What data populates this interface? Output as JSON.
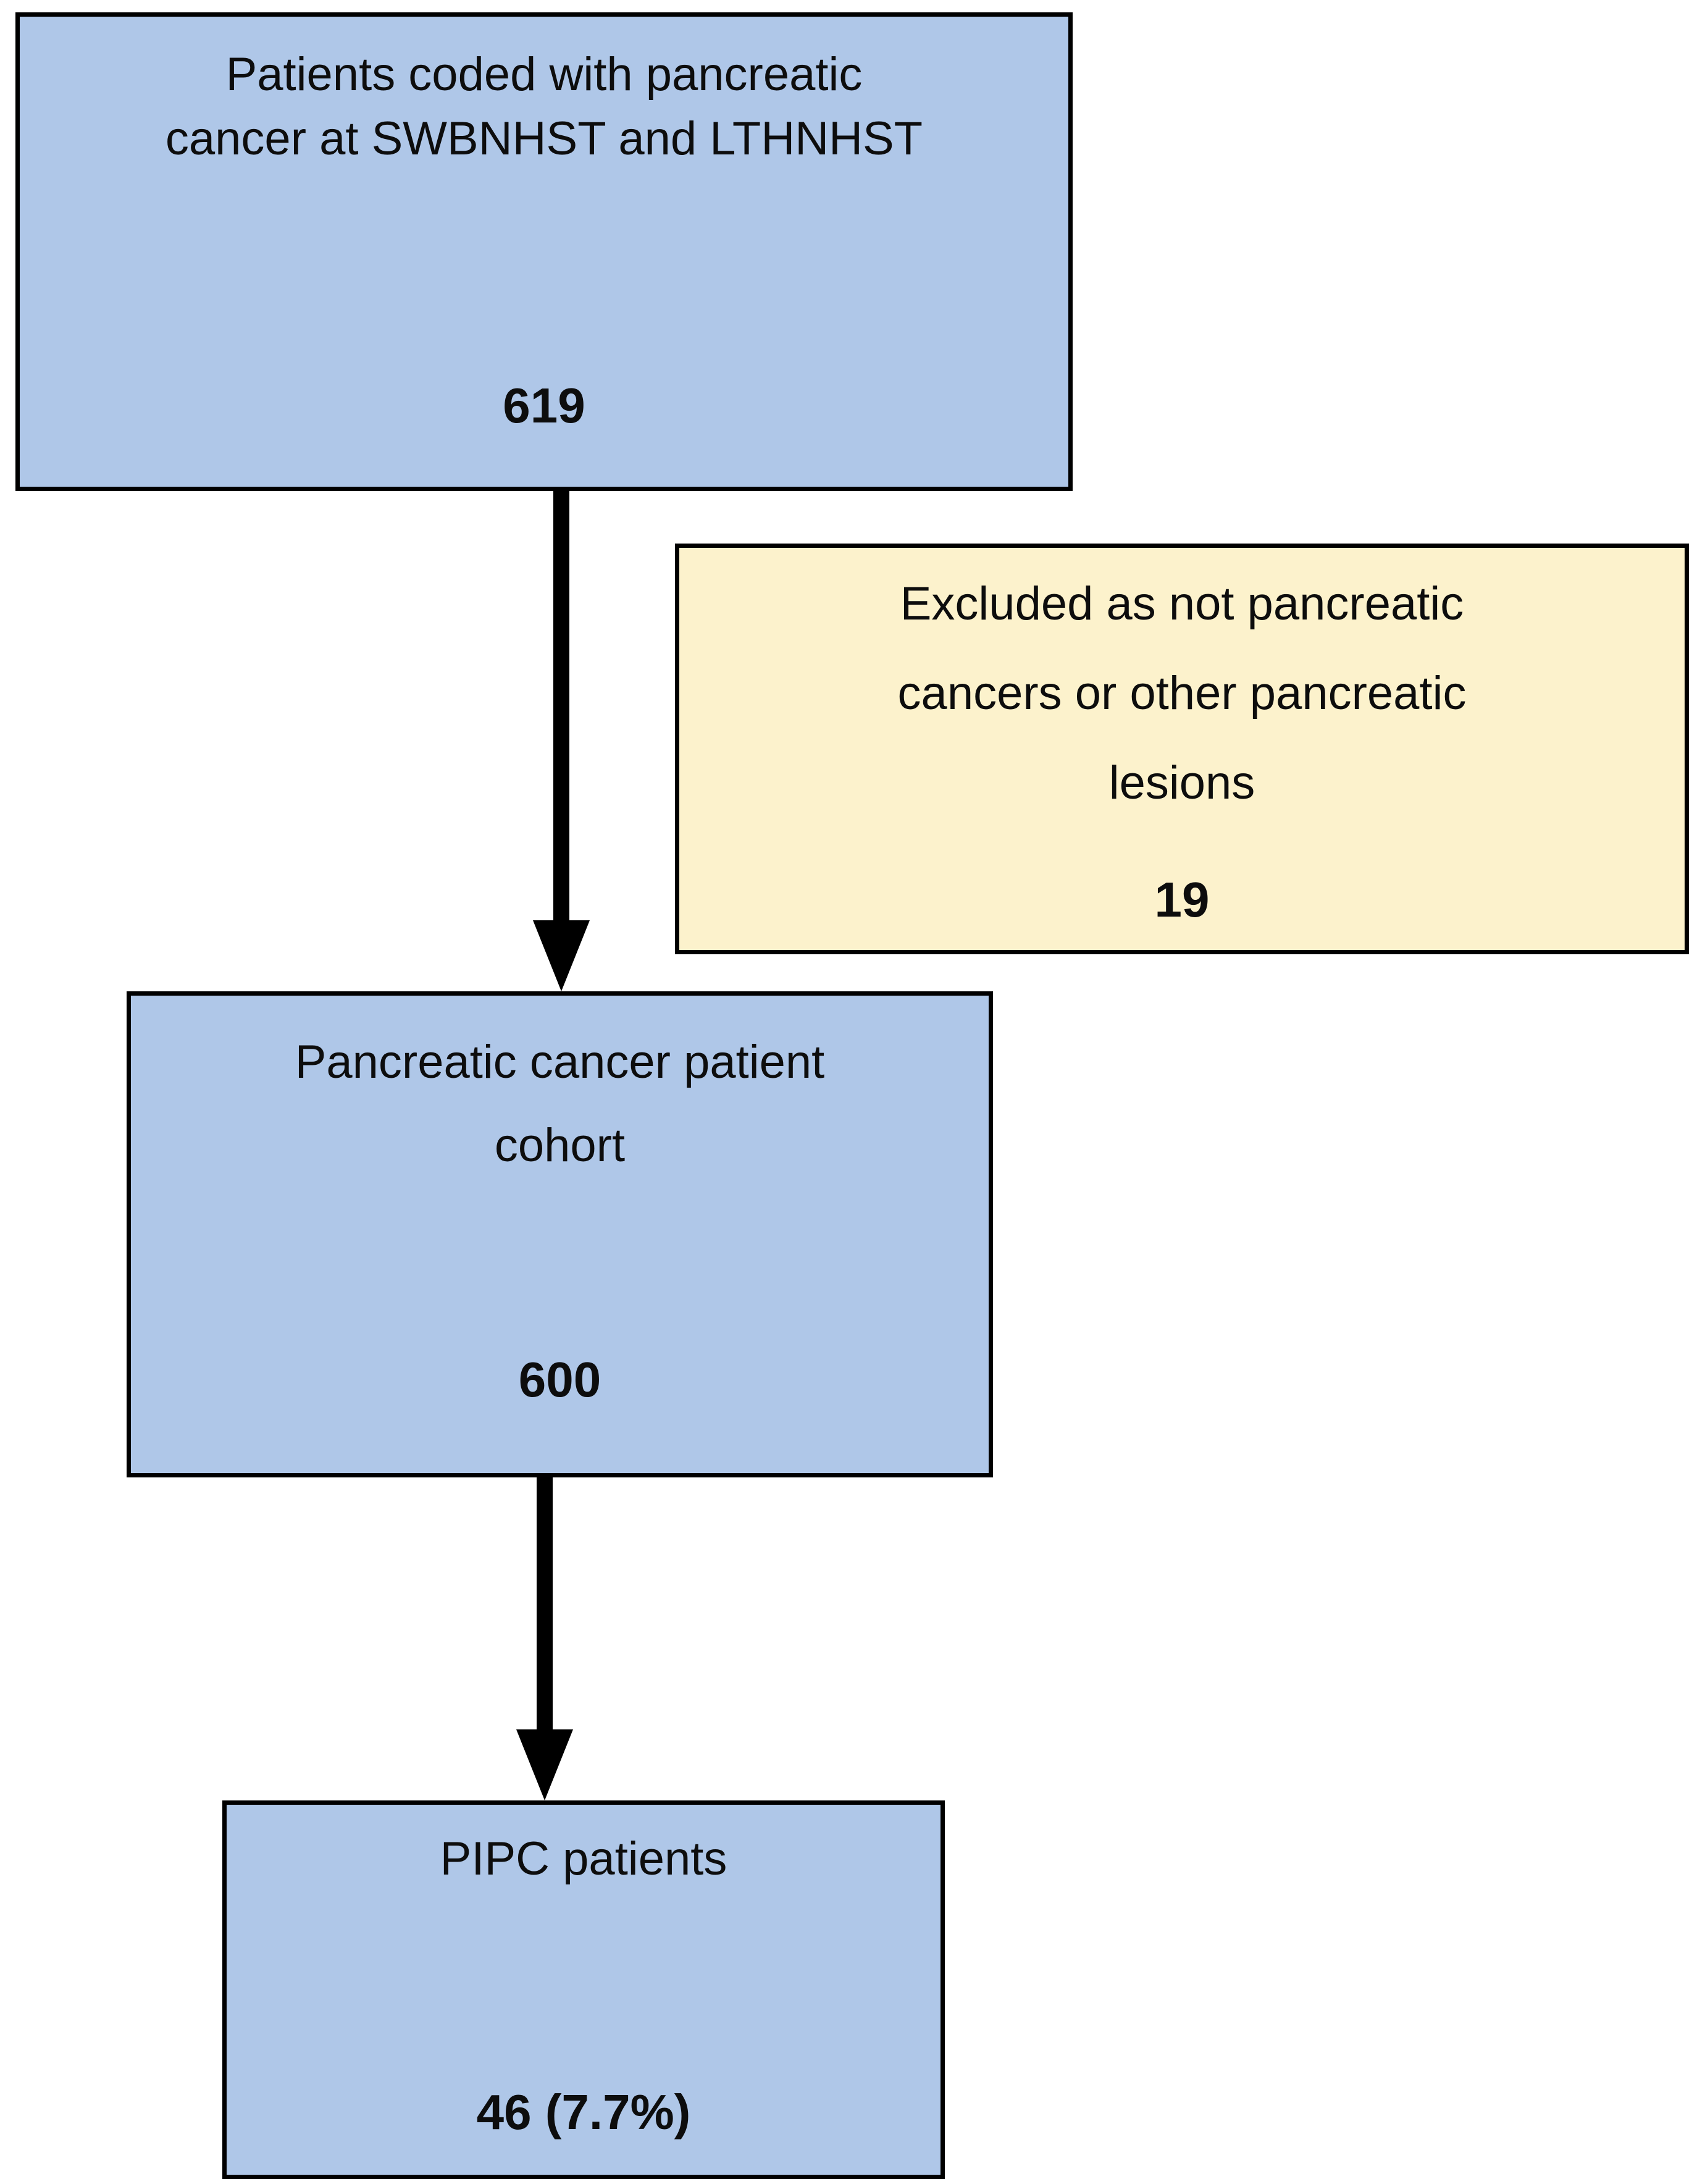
{
  "diagram": {
    "type": "flowchart",
    "colors": {
      "process_fill": "#AFC7E8",
      "exclusion_fill": "#FCF2CC",
      "border": "#000000",
      "arrow": "#000000",
      "background": "#FFFFFF",
      "text": "#0D0D0D"
    },
    "nodes": [
      {
        "id": "source",
        "role": "process",
        "fill": "#AFC7E8",
        "label_lines": [
          "Patients coded with pancreatic",
          "cancer at SWBNHST and LTHNHST"
        ],
        "value": "619"
      },
      {
        "id": "excluded",
        "role": "exclusion",
        "fill": "#FCF2CC",
        "label_lines": [
          "Excluded as not pancreatic",
          "cancers or other pancreatic",
          "lesions"
        ],
        "value": "19"
      },
      {
        "id": "cohort",
        "role": "process",
        "fill": "#AFC7E8",
        "label_lines": [
          "Pancreatic cancer patient",
          "cohort"
        ],
        "value": "600"
      },
      {
        "id": "pipc",
        "role": "process",
        "fill": "#AFC7E8",
        "label_lines": [
          "PIPC patients"
        ],
        "value": "46 (7.7%)"
      }
    ],
    "edges": [
      {
        "from": "source",
        "to": "cohort",
        "style": "thick-black-arrow"
      },
      {
        "from": "cohort",
        "to": "pipc",
        "style": "thick-black-arrow"
      }
    ]
  }
}
